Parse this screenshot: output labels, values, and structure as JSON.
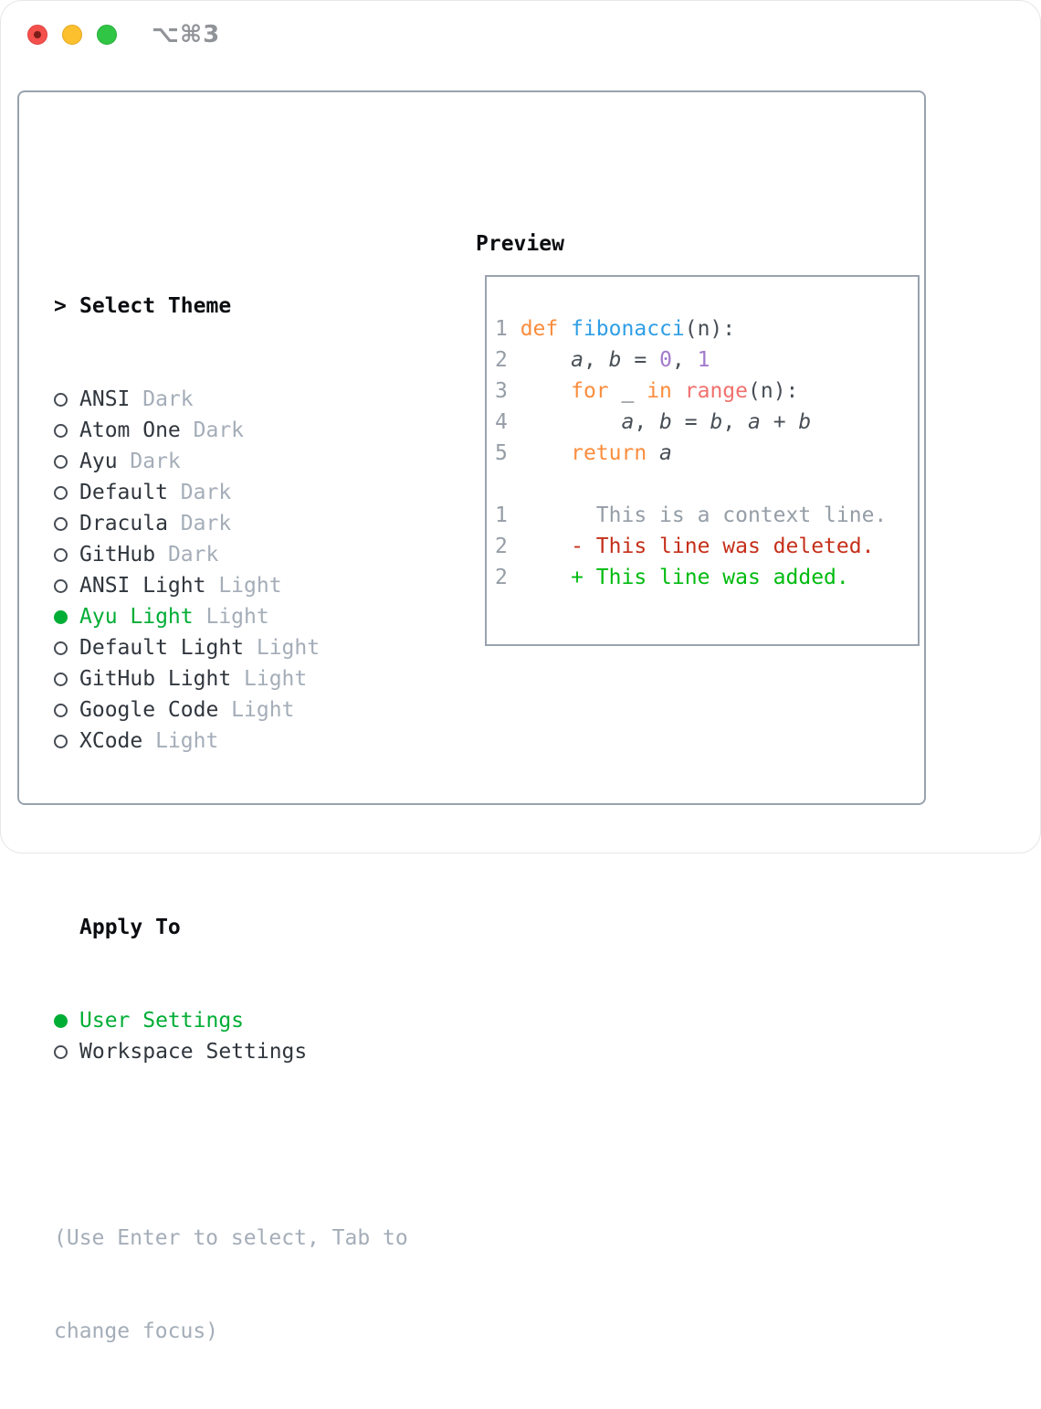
{
  "window": {
    "title": "⌥⌘3",
    "traffic_lights": [
      "close",
      "minimize",
      "zoom"
    ]
  },
  "theme_list": {
    "prompt": ">",
    "header": "Select Theme",
    "items": [
      {
        "name": "ANSI",
        "variant": "Dark",
        "selected": false
      },
      {
        "name": "Atom One",
        "variant": "Dark",
        "selected": false
      },
      {
        "name": "Ayu",
        "variant": "Dark",
        "selected": false
      },
      {
        "name": "Default",
        "variant": "Dark",
        "selected": false
      },
      {
        "name": "Dracula",
        "variant": "Dark",
        "selected": false
      },
      {
        "name": "GitHub",
        "variant": "Dark",
        "selected": false
      },
      {
        "name": "ANSI Light",
        "variant": "Light",
        "selected": false
      },
      {
        "name": "Ayu Light",
        "variant": "Light",
        "selected": true
      },
      {
        "name": "Default Light",
        "variant": "Light",
        "selected": false
      },
      {
        "name": "GitHub Light",
        "variant": "Light",
        "selected": false
      },
      {
        "name": "Google Code",
        "variant": "Light",
        "selected": false
      },
      {
        "name": "XCode",
        "variant": "Light",
        "selected": false
      }
    ]
  },
  "apply_to": {
    "header": "Apply To",
    "options": [
      {
        "label": "User Settings",
        "selected": true
      },
      {
        "label": "Workspace Settings",
        "selected": false
      }
    ]
  },
  "hint": {
    "line1": "(Use Enter to select, Tab to",
    "line2": "change focus)"
  },
  "preview": {
    "header": "Preview",
    "lines": [
      [
        [
          "ln",
          "1 "
        ],
        [
          "kw",
          "def"
        ],
        [
          "fg",
          " "
        ],
        [
          "fn",
          "fibonacci"
        ],
        [
          "fg",
          "(n):"
        ]
      ],
      [
        [
          "ln",
          "2 "
        ],
        [
          "fg",
          "    "
        ],
        [
          "var",
          "a"
        ],
        [
          "fg",
          ", "
        ],
        [
          "var",
          "b"
        ],
        [
          "fg",
          " = "
        ],
        [
          "num",
          "0"
        ],
        [
          "fg",
          ", "
        ],
        [
          "num",
          "1"
        ]
      ],
      [
        [
          "ln",
          "3 "
        ],
        [
          "fg",
          "    "
        ],
        [
          "kw",
          "for"
        ],
        [
          "fg",
          " _ "
        ],
        [
          "kw",
          "in"
        ],
        [
          "fg",
          " "
        ],
        [
          "call",
          "range"
        ],
        [
          "fg",
          "(n):"
        ]
      ],
      [
        [
          "ln",
          "4 "
        ],
        [
          "fg",
          "        "
        ],
        [
          "var",
          "a"
        ],
        [
          "fg",
          ", "
        ],
        [
          "var",
          "b"
        ],
        [
          "fg",
          " = "
        ],
        [
          "var",
          "b"
        ],
        [
          "fg",
          ", "
        ],
        [
          "var",
          "a"
        ],
        [
          "fg",
          " + "
        ],
        [
          "var",
          "b"
        ]
      ],
      [
        [
          "ln",
          "5 "
        ],
        [
          "fg",
          "    "
        ],
        [
          "kw",
          "return"
        ],
        [
          "fg",
          " "
        ],
        [
          "var",
          "a"
        ]
      ],
      [],
      [
        [
          "ln",
          "1"
        ],
        [
          "ctx",
          "       This is a context line."
        ]
      ],
      [
        [
          "ln",
          "2"
        ],
        [
          "del",
          "     - This line was deleted."
        ]
      ],
      [
        [
          "ln",
          "2"
        ],
        [
          "add",
          "     + This line was added."
        ]
      ]
    ]
  },
  "colors": {
    "selection_green": "#00ad35",
    "added_green": "#00bb0f",
    "deleted_red": "#c52f1a",
    "keyword_orange": "#fa8d3e",
    "function_blue": "#2f9ee5",
    "number_purple": "#a37acc",
    "call_coral": "#f0716d",
    "muted_gray": "#a4adb8",
    "line_number_gray": "#959da6",
    "panel_border": "#99a2ae"
  }
}
